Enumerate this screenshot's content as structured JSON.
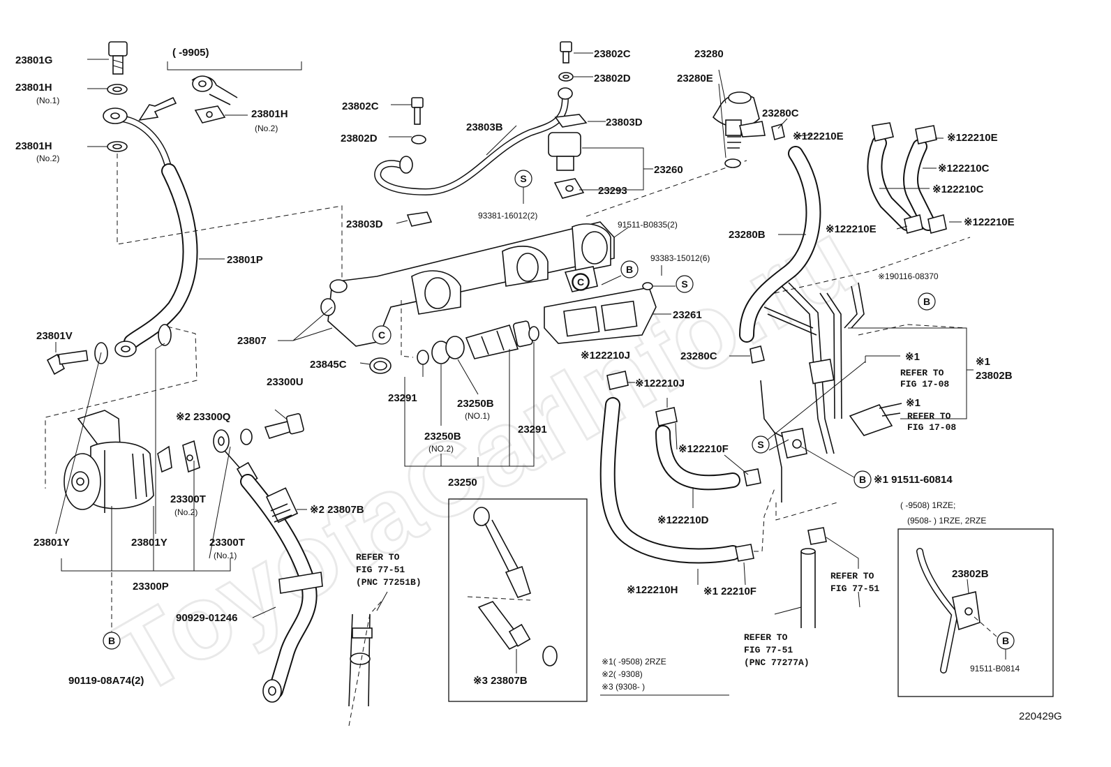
{
  "watermark": "ToyotaCarInfo.ru",
  "figure_code": "220429G",
  "circle_marks": {
    "s": "S",
    "b": "B",
    "c": "C"
  },
  "labels": {
    "l_23801G": "23801G",
    "l_9905": "(      -9905)",
    "l_23801H_1": "23801H",
    "l_no1_a": "(No.1)",
    "l_23801H_2": "23801H",
    "l_no2_a": "(No.2)",
    "l_23801H_3": "23801H",
    "l_no2_b": "(No.2)",
    "l_23801P": "23801P",
    "l_23801V": "23801V",
    "l_23807": "23807",
    "l_23845C": "23845C",
    "l_23801Y_a": "23801Y",
    "l_23801Y_b": "23801Y",
    "l_23300P": "23300P",
    "l_23300T_2": "23300T",
    "l_no2_c": "(No.2)",
    "l_23300T_1": "23300T",
    "l_no1_b": "(No.1)",
    "l_23300Q": "※2 23300Q",
    "l_23300U": "23300U",
    "l_23807B_2": "※2 23807B",
    "l_90929": "90929-01246",
    "l_90119": "90119-08A74(2)",
    "l_ref7751_a": "REFER TO",
    "l_ref7751_b": "FIG 77-51",
    "l_ref7751_c": "(PNC 77251B)",
    "l_23802C_a": "23802C",
    "l_23802D_a": "23802D",
    "l_23802C_b": "23802C",
    "l_23802D_b": "23802D",
    "l_23803B": "23803B",
    "l_23803D_a": "23803D",
    "l_23803D_b": "23803D",
    "l_23260": "23260",
    "l_23293": "23293",
    "l_93381": "93381-16012(2)",
    "l_91511B0835": "91511-B0835(2)",
    "l_93383": "93383-15012(6)",
    "l_23261": "23261",
    "l_23291_a": "23291",
    "l_23291_b": "23291",
    "l_23250B_1": "23250B",
    "l_no1_c": "(NO.1)",
    "l_23250B_2": "23250B",
    "l_no2_d": "(NO.2)",
    "l_23250": "23250",
    "l_23807B_3": "※3 23807B",
    "l_23280": "23280",
    "l_23280E": "23280E",
    "l_23280C_a": "23280C",
    "l_23280B": "23280B",
    "l_23280C_b": "23280C",
    "l_122210E_a": "※122210E",
    "l_122210E_b": "※122210E",
    "l_122210C_a": "※122210C",
    "l_122210C_b": "※122210C",
    "l_122210E_c": "※122210E",
    "l_122210E_d": "※122210E",
    "l_90116": "※190116-08370",
    "l_x1_a": "※1",
    "l_refer1708_a1": "REFER TO",
    "l_refer1708_a2": "FIG 17-08",
    "l_x1_b": "※1",
    "l_23802B_a": "23802B",
    "l_x1_c": "※1",
    "l_refer1708_b1": "REFER TO",
    "l_refer1708_b2": "FIG 17-08",
    "l_91511_60814": "※1 91511-60814",
    "l_122210J_a": "※122210J",
    "l_122210J_b": "※122210J",
    "l_122210F_a": "※122210F",
    "l_122210D": "※122210D",
    "l_122210H": "※122210H",
    "l_122210F_b": "※1 22210F",
    "l_ref7751_d": "REFER TO",
    "l_ref7751_e": "FIG 77-51",
    "l_ref7751_f": "(PNC 77277A)",
    "l_ref7751_g": "REFER TO",
    "l_ref7751_h": "FIG 77-51",
    "l_1rze_a": "(       -9508) 1RZE;",
    "l_1rze_b": "(9508-        ) 1RZE, 2RZE",
    "l_23802B_b": "23802B",
    "l_91511B0814": "91511-B0814",
    "l_note1": "※1(       -9508) 2RZE",
    "l_note2": "※2(       -9308)",
    "l_note3": "※3 (9308-        )"
  }
}
